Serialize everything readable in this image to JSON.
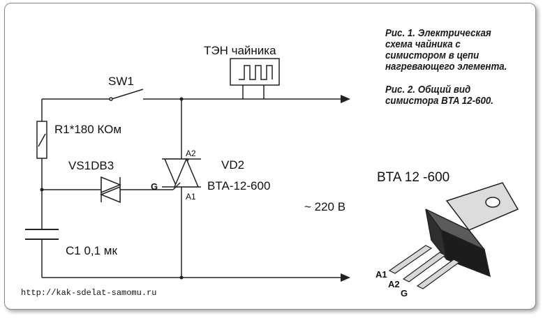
{
  "labels": {
    "heater": "ТЭН чайника",
    "switch": "SW1",
    "resistor": "R1*180 КОм",
    "dinistor": "VS1DB3",
    "triac_a2": "A2",
    "triac_designator": "VD2",
    "triac_gate": "G",
    "triac_part": "BTA-12-600",
    "triac_a1": "A1",
    "voltage": "~ 220 В",
    "capacitor": "C1 0,1 мк"
  },
  "caption": {
    "fig1": "Рис. 1. Электрическая схема чайника с симистором  в цепи нагревающего элемента.",
    "fig2": "Рис. 2. Общий вид симистора BTA 12-600."
  },
  "package": {
    "title": "BTA 12 -600",
    "pin_a1": "A1",
    "pin_a2": "A2",
    "pin_g": "G"
  },
  "watermark": "http://kak-sdelat-samomu.ru"
}
